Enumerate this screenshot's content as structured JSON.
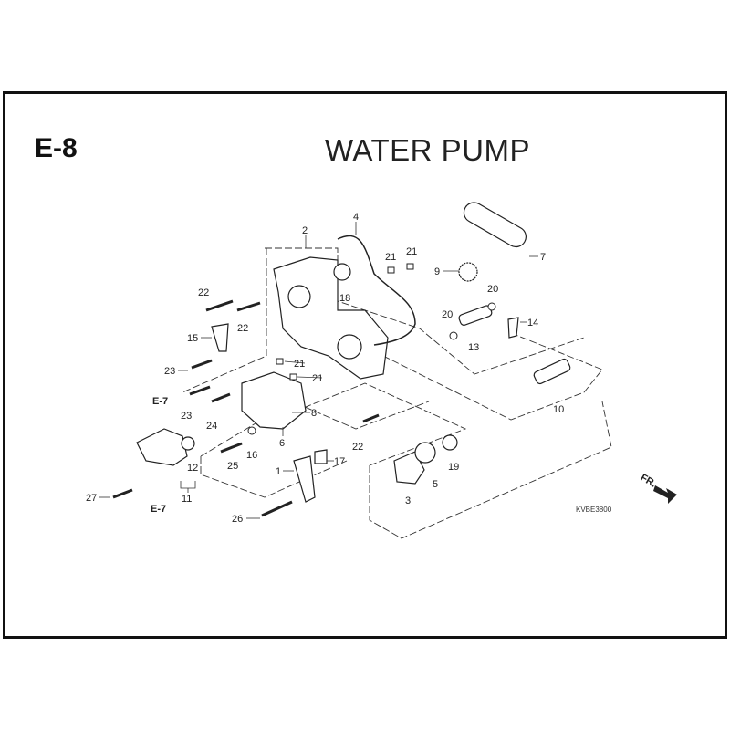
{
  "section": "E-8",
  "title": "WATER PUMP",
  "diagram_code": "KVBE3800",
  "front_indicator": "FR.",
  "callouts": {
    "p1": "1",
    "p2": "2",
    "p3": "3",
    "p4": "4",
    "p5": "5",
    "p6": "6",
    "p7": "7",
    "p8": "8",
    "p9": "9",
    "p10": "10",
    "p11": "11",
    "p12": "12",
    "p13": "13",
    "p14": "14",
    "p15": "15",
    "p16": "16",
    "p17": "17",
    "p18": "18",
    "p19": "19",
    "p20": "20",
    "p21": "21",
    "p22": "22",
    "p23": "23",
    "p24": "24",
    "p25": "25",
    "p26": "26",
    "p27": "27",
    "ref": "E-7"
  }
}
